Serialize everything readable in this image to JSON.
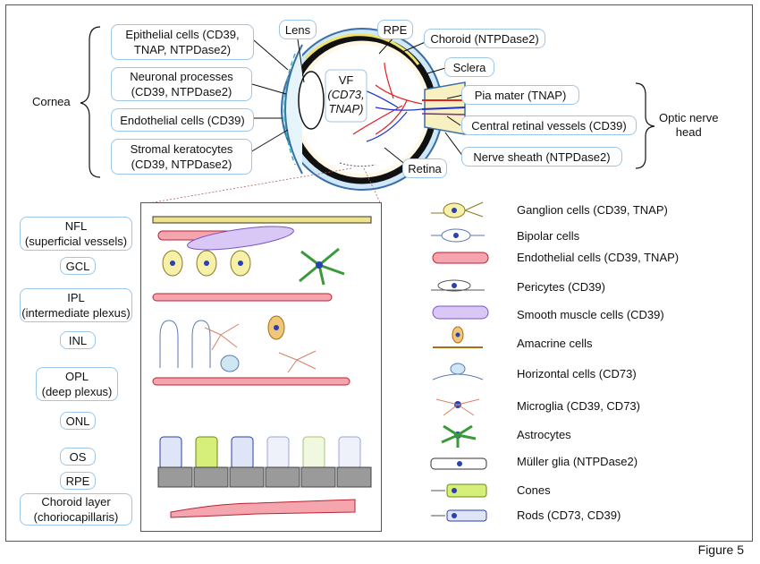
{
  "figure_label": "Figure 5",
  "eye": {
    "cornea_label": "Cornea",
    "cornea_items": [
      {
        "l1": "Epithelial cells (CD39,",
        "l2": "TNAP, NTPDase2)"
      },
      {
        "l1": "Neuronal processes",
        "l2": "(CD39, NTPDase2)"
      },
      {
        "l1": "Endothelial cells (CD39)",
        "l2": ""
      },
      {
        "l1": "Stromal keratocytes",
        "l2": "(CD39, NTPDase2)"
      }
    ],
    "lens": "Lens",
    "rpe": "RPE",
    "choroid": "Choroid (NTPDase2)",
    "sclera": "Sclera",
    "vf": {
      "l1": "VF",
      "l2": "(CD73,",
      "l3": "TNAP)"
    },
    "retina": "Retina",
    "optic_items": [
      "Pia mater (TNAP)",
      "Central retinal vessels (CD39)",
      "Nerve sheath (NTPDase2)"
    ],
    "optic_nerve_head": {
      "l1": "Optic nerve",
      "l2": "head"
    }
  },
  "layers": [
    {
      "l1": "NFL",
      "l2": "(superficial vessels)"
    },
    {
      "l1": "GCL",
      "l2": ""
    },
    {
      "l1": "IPL",
      "l2": "(intermediate plexus)"
    },
    {
      "l1": "INL",
      "l2": ""
    },
    {
      "l1": "OPL",
      "l2": "(deep plexus)"
    },
    {
      "l1": "ONL",
      "l2": ""
    },
    {
      "l1": "OS",
      "l2": ""
    },
    {
      "l1": "RPE",
      "l2": ""
    },
    {
      "l1": "Choroid layer",
      "l2": "(choriocapillaris)"
    }
  ],
  "legend": [
    {
      "label": "Ganglion cells (CD39, TNAP)",
      "icon": "ganglion-cell-icon",
      "color": "#f7f0a8"
    },
    {
      "label": "Bipolar cells",
      "icon": "bipolar-cell-icon",
      "color": "#ffffff"
    },
    {
      "label": "Endothelial cells (CD39, TNAP)",
      "icon": "endothelial-cell-icon",
      "color": "#f5a5ae"
    },
    {
      "label": "Pericytes (CD39)",
      "icon": "pericyte-icon",
      "color": "#ffffff"
    },
    {
      "label": "Smooth muscle cells (CD39)",
      "icon": "smooth-muscle-cell-icon",
      "color": "#b89be6"
    },
    {
      "label": "Amacrine cells",
      "icon": "amacrine-cell-icon",
      "color": "#f0c77a"
    },
    {
      "label": "Horizontal cells (CD73)",
      "icon": "horizontal-cell-icon",
      "color": "#cfe6f3"
    },
    {
      "label": "Microglia (CD39, CD73)",
      "icon": "microglia-icon",
      "color": "#f3b8a0"
    },
    {
      "label": "Astrocytes",
      "icon": "astrocyte-icon",
      "color": "#8fd68a"
    },
    {
      "label": "Müller glia (NTPDase2)",
      "icon": "muller-glia-icon",
      "color": "#ffffff"
    },
    {
      "label": "Cones",
      "icon": "cone-icon",
      "color": "#d6ef7a"
    },
    {
      "label": "Rods (CD73, CD39)",
      "icon": "rod-icon",
      "color": "#dfe4f6"
    }
  ]
}
